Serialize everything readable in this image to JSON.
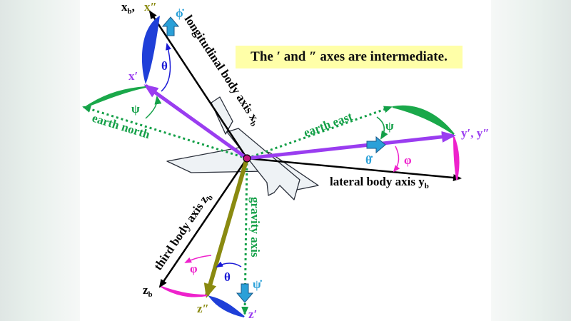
{
  "note": "The ′ and ″ axes are intermediate.",
  "axes": {
    "longitudinal": "longitudinal body axis x",
    "lateral": "lateral body axis y",
    "third": "third body axis z",
    "gravity": "gravity axis",
    "earth_north": "earth north",
    "earth_east": "earth east",
    "sub_b": "b"
  },
  "labels": {
    "xb": "x",
    "x_double": "x″",
    "x_prime": "x′",
    "y_pair": "y′, y″",
    "zb": "z",
    "z_double": "z″",
    "z_prime": "z′",
    "comma": ","
  },
  "angles": {
    "theta": "θ",
    "psi": "ψ",
    "phi": "φ",
    "phi_dot": "ϕ̇",
    "theta_dot": "θ̇",
    "psi_dot": "ψ̇"
  },
  "colors": {
    "black": "#000000",
    "purple": "#9a3df0",
    "olive": "#8a8a10",
    "green": "#14a048",
    "blue": "#1a1ad6",
    "cyan": "#2aa0d8",
    "magenta": "#ee22cc",
    "origin": "#c0187a",
    "highlight": "#ffffa8"
  }
}
